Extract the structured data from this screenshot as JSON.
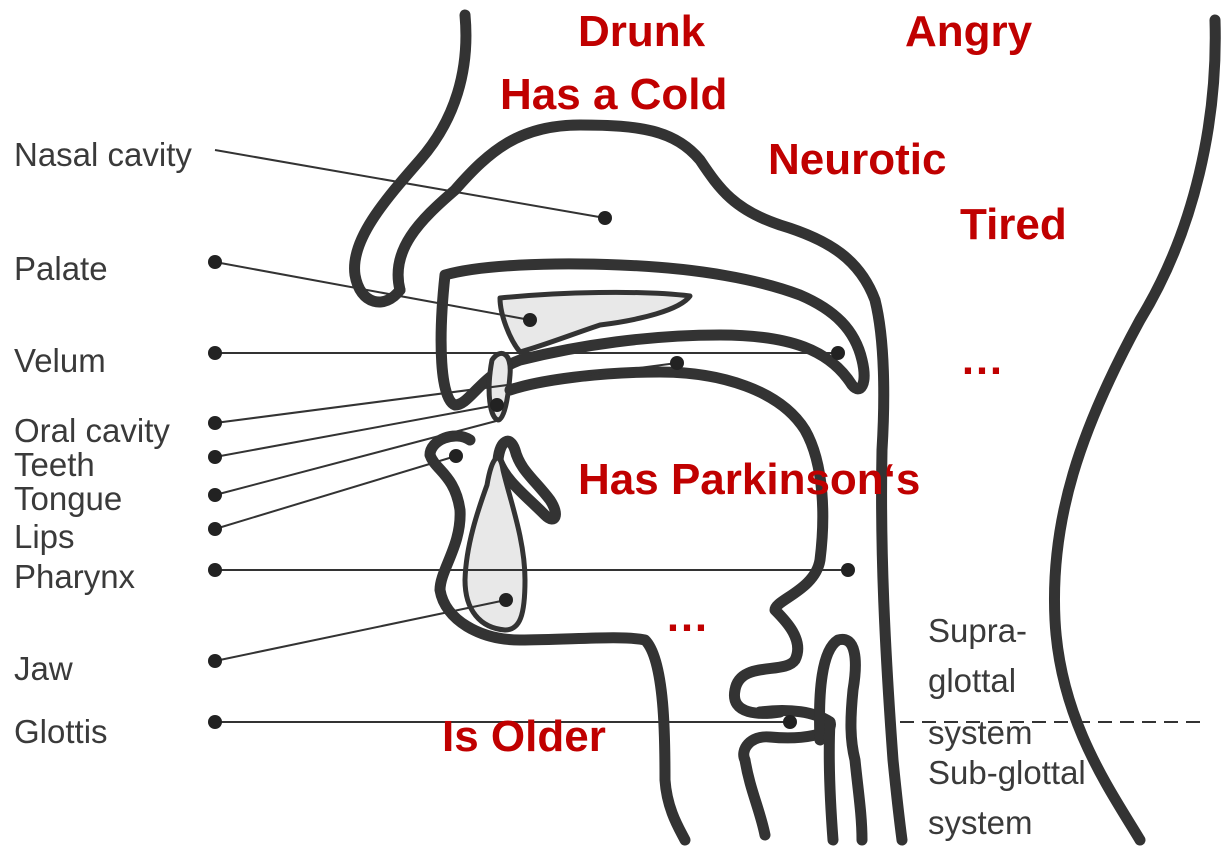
{
  "anatomy_labels": {
    "nasal_cavity": "Nasal cavity",
    "palate": "Palate",
    "velum": "Velum",
    "oral_cavity": "Oral cavity",
    "teeth": "Teeth",
    "tongue": "Tongue",
    "lips": "Lips",
    "pharynx": "Pharynx",
    "jaw": "Jaw",
    "glottis": "Glottis"
  },
  "system_labels": {
    "supra_line1": "Supra-",
    "supra_line2": "glottal",
    "supra_line3": "system",
    "sub_line1": "Sub-glottal",
    "sub_line2": "system"
  },
  "speaker_states": {
    "drunk": "Drunk",
    "angry": "Angry",
    "has_a_cold": "Has a Cold",
    "neurotic": "Neurotic",
    "tired": "Tired",
    "ellipsis_right": "…",
    "has_parkinsons": "Has Parkinson‘s",
    "ellipsis_lower": "…",
    "is_older": "Is Older"
  },
  "colors": {
    "state_text": "#c00000",
    "label_text": "#3a3a3a",
    "outline": "#333333",
    "shaded_region": "#e8e8e8"
  }
}
